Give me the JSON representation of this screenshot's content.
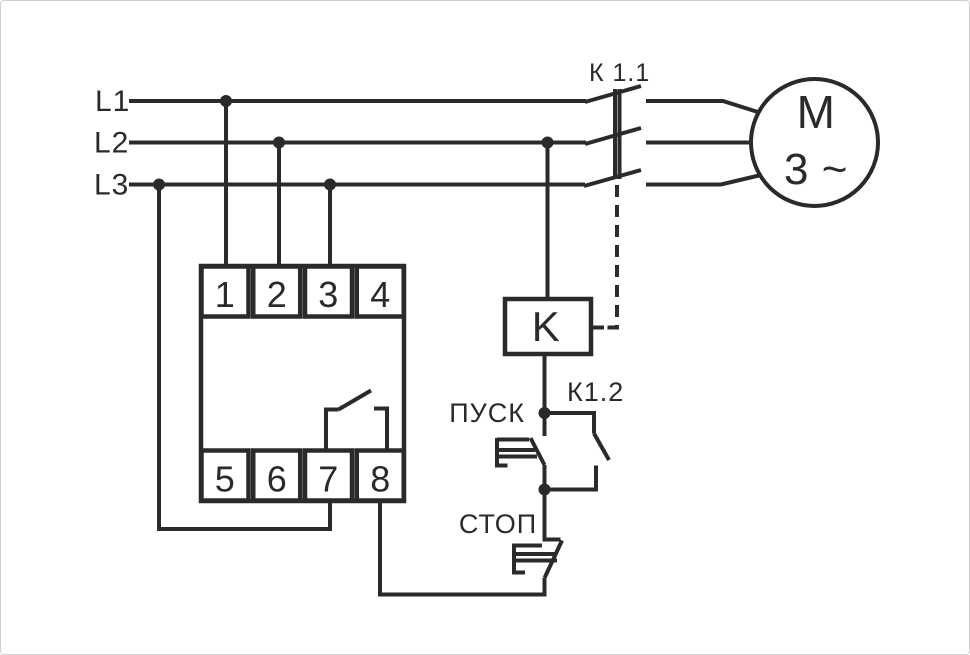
{
  "colors": {
    "line": "#2b2a29",
    "background": "#ffffff"
  },
  "phases": {
    "l1": "L1",
    "l2": "L2",
    "l3": "L3"
  },
  "contactor": {
    "main_contacts_label": "К 1.1",
    "coil_label": "K",
    "aux_contact_label": "К1.2"
  },
  "motor": {
    "symbol": "М",
    "phase_mark": "3 ~"
  },
  "relay": {
    "terminals_top": [
      "1",
      "2",
      "3",
      "4"
    ],
    "terminals_bottom": [
      "5",
      "6",
      "7",
      "8"
    ]
  },
  "buttons": {
    "start": "ПУСК",
    "stop": "СТОП"
  }
}
